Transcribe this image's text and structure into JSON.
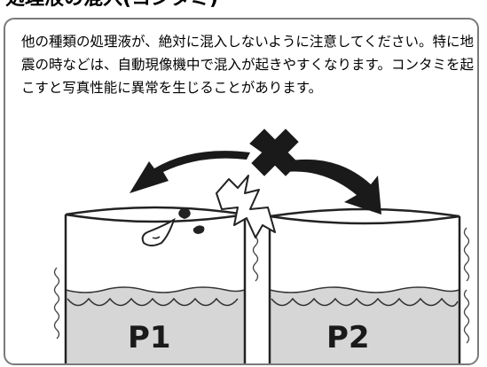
{
  "heading": "処理液の混入(コンタミ)",
  "notice": "他の種類の処理液が、絶対に混入しないように注意してください。特に地震の時などは、自動現像機中で混入が起きやすくなります。コンタミを起こすと写真性能に異常を生じることがあります。",
  "illustration": {
    "tanks": [
      {
        "label": "P1"
      },
      {
        "label": "P2"
      }
    ]
  }
}
